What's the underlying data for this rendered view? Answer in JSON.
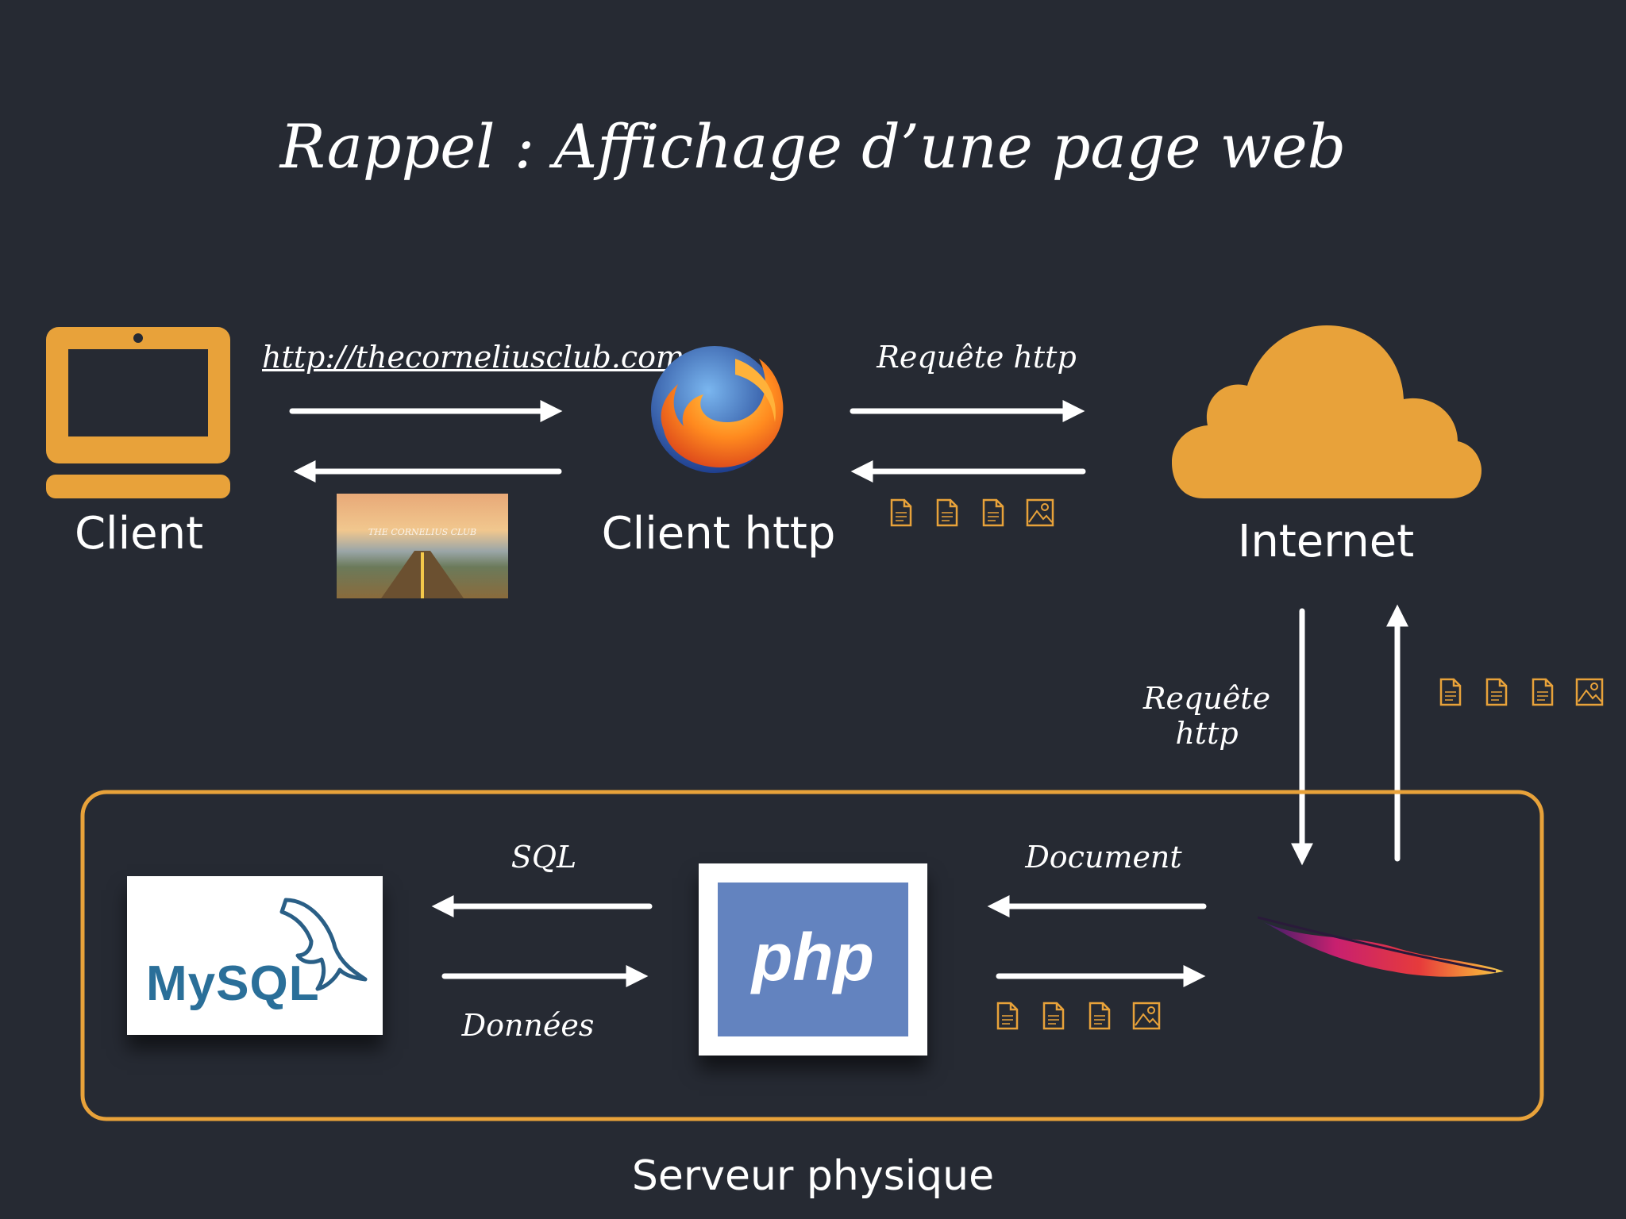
{
  "title": "Rappel : Affichage d’une page web",
  "client": {
    "label": "Client",
    "url": "http://thecorneliusclub.com"
  },
  "client_http": {
    "label": "Client http",
    "request_label": "Requête http"
  },
  "internet": {
    "label": "Internet",
    "request_label": "Requête http"
  },
  "server": {
    "label": "Serveur physique",
    "sql_label": "SQL",
    "data_label": "Données",
    "document_label": "Document",
    "mysql_logo": "MySQL",
    "php_logo": "php"
  },
  "thumbnail_text": "THE CORNELIUS CLUB",
  "colors": {
    "background": "#262a33",
    "accent": "#e8a23a",
    "text": "#ffffff",
    "php_blue": "#6383bf"
  }
}
